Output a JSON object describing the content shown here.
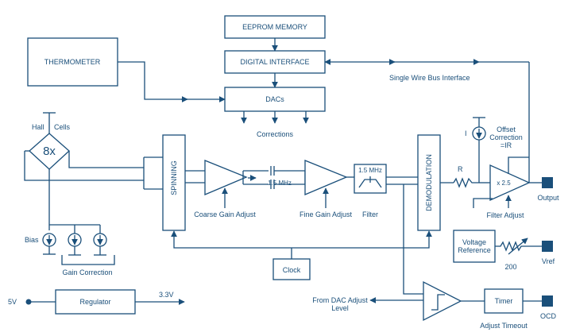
{
  "colors": {
    "stroke": "#1a4f7a",
    "pin": "#1a4f7a",
    "background": "#ffffff"
  },
  "blocks": {
    "eeprom": "EEPROM MEMORY",
    "digital_interface": "DIGITAL INTERFACE",
    "dacs": "DACs",
    "thermometer": "THERMOMETER",
    "spinning": "SPINNING",
    "demodulation": "DEMODULATION",
    "clock": "Clock",
    "regulator": "Regulator",
    "timer": "Timer",
    "voltage_reference": "Voltage Reference",
    "hall_elements": "8x",
    "filter_freq": "1.5 MHz",
    "amp_gain": "x 2.5"
  },
  "labels": {
    "single_wire": "Single Wire Bus Interface",
    "corrections": "Corrections",
    "hall": "Hall",
    "cells": "Cells",
    "bias": "Bias",
    "gain_correction": "Gain Correction",
    "coarse_gain": "Coarse Gain Adjust",
    "fine_gain": "Fine Gain Adjust",
    "filter": "Filter",
    "chopper_freq": "1.5 MHz",
    "current_i": "I",
    "offset_correction": "Offset Correction =IR",
    "resistor_r": "R",
    "filter_adjust": "Filter Adjust",
    "resistor_200": "200",
    "from_dac": "From DAC Adjust Level",
    "adjust_timeout": "Adjust Timeout",
    "v5": "5V",
    "v33": "3.3V"
  },
  "pins": {
    "output": "Output",
    "vref": "Vref",
    "ocd": "OCD"
  }
}
